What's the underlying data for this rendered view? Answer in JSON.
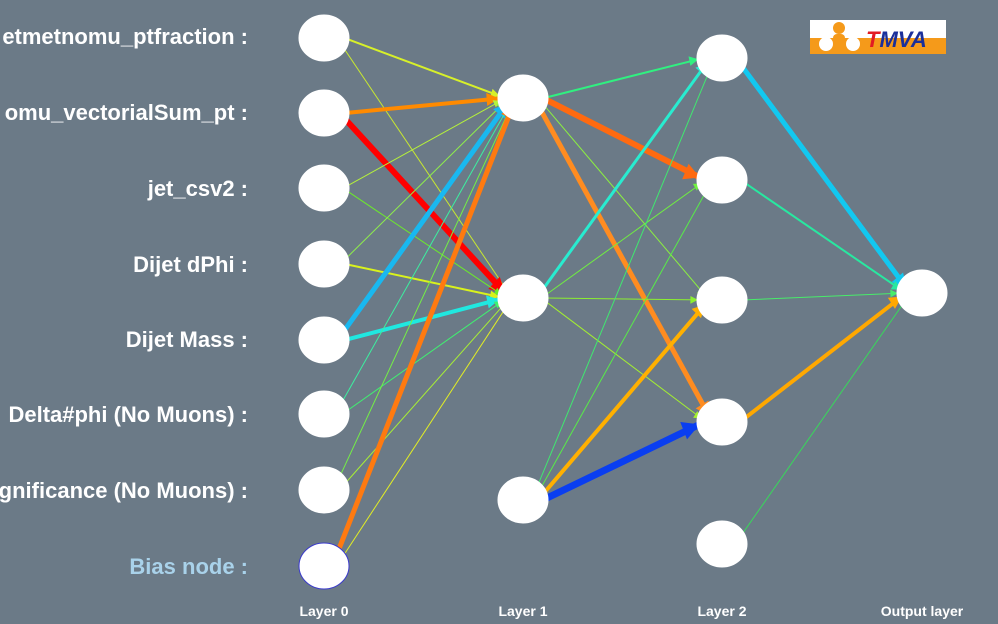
{
  "inputs": [
    {
      "label": "etmetnomu_ptfraction :"
    },
    {
      "label": "omu_vectorialSum_pt :"
    },
    {
      "label": "jet_csv2 :"
    },
    {
      "label": "Dijet dPhi :"
    },
    {
      "label": "Dijet Mass :"
    },
    {
      "label": "Delta#phi (No Muons) :"
    },
    {
      "label": "gnificance (No Muons) :"
    },
    {
      "label": "Bias node :"
    }
  ],
  "layer_labels": [
    "Layer 0",
    "Layer 1",
    "Layer 2",
    "Output layer"
  ],
  "logo": {
    "t": "T",
    "rest": "MVA"
  },
  "colors": {
    "background": "#6b7a87",
    "node_fill": "#ffffff",
    "node_stroke": "#3a3acc",
    "label_text": "#ffffff",
    "bias_label": "#a9d2ea",
    "logo_bg": "#ffffff",
    "logo_orange": "#f59a1a",
    "logo_t_red": "#e21b23",
    "logo_mva_blue": "#1b2f9a"
  },
  "network": {
    "layers": [
      8,
      3,
      5,
      1
    ],
    "connections": [
      {
        "from": [
          0,
          0
        ],
        "to": [
          1,
          0
        ],
        "color": "#d7f02a",
        "weight": 2
      },
      {
        "from": [
          0,
          0
        ],
        "to": [
          1,
          1
        ],
        "color": "#c8e830",
        "weight": 1
      },
      {
        "from": [
          0,
          1
        ],
        "to": [
          1,
          0
        ],
        "color": "#ff8a00",
        "weight": 4
      },
      {
        "from": [
          0,
          1
        ],
        "to": [
          1,
          1
        ],
        "color": "#ff0000",
        "weight": 6
      },
      {
        "from": [
          0,
          2
        ],
        "to": [
          1,
          0
        ],
        "color": "#b6f23a",
        "weight": 1
      },
      {
        "from": [
          0,
          2
        ],
        "to": [
          1,
          1
        ],
        "color": "#6cec2a",
        "weight": 1
      },
      {
        "from": [
          0,
          3
        ],
        "to": [
          1,
          0
        ],
        "color": "#8ff04a",
        "weight": 1
      },
      {
        "from": [
          0,
          3
        ],
        "to": [
          1,
          1
        ],
        "color": "#d9f21c",
        "weight": 2
      },
      {
        "from": [
          0,
          4
        ],
        "to": [
          1,
          0
        ],
        "color": "#19b8f0",
        "weight": 5
      },
      {
        "from": [
          0,
          4
        ],
        "to": [
          1,
          1
        ],
        "color": "#20e8e0",
        "weight": 4
      },
      {
        "from": [
          0,
          5
        ],
        "to": [
          1,
          0
        ],
        "color": "#3cf0a0",
        "weight": 1
      },
      {
        "from": [
          0,
          5
        ],
        "to": [
          1,
          1
        ],
        "color": "#40f070",
        "weight": 1
      },
      {
        "from": [
          0,
          6
        ],
        "to": [
          1,
          0
        ],
        "color": "#74f046",
        "weight": 1
      },
      {
        "from": [
          0,
          6
        ],
        "to": [
          1,
          1
        ],
        "color": "#a8f034",
        "weight": 1
      },
      {
        "from": [
          0,
          7
        ],
        "to": [
          1,
          0
        ],
        "color": "#ff7a10",
        "weight": 5
      },
      {
        "from": [
          0,
          7
        ],
        "to": [
          1,
          1
        ],
        "color": "#e2ee24",
        "weight": 1
      },
      {
        "from": [
          1,
          0
        ],
        "to": [
          2,
          0
        ],
        "color": "#30f080",
        "weight": 2
      },
      {
        "from": [
          1,
          0
        ],
        "to": [
          2,
          1
        ],
        "color": "#ff6a10",
        "weight": 6
      },
      {
        "from": [
          1,
          0
        ],
        "to": [
          2,
          2
        ],
        "color": "#8cf040",
        "weight": 1
      },
      {
        "from": [
          1,
          0
        ],
        "to": [
          2,
          3
        ],
        "color": "#ff8c20",
        "weight": 5
      },
      {
        "from": [
          1,
          1
        ],
        "to": [
          2,
          0
        ],
        "color": "#28ecd0",
        "weight": 3
      },
      {
        "from": [
          1,
          1
        ],
        "to": [
          2,
          1
        ],
        "color": "#70f040",
        "weight": 1
      },
      {
        "from": [
          1,
          1
        ],
        "to": [
          2,
          2
        ],
        "color": "#8cf030",
        "weight": 1
      },
      {
        "from": [
          1,
          1
        ],
        "to": [
          2,
          3
        ],
        "color": "#a4f030",
        "weight": 1
      },
      {
        "from": [
          1,
          2
        ],
        "to": [
          2,
          0
        ],
        "color": "#40e870",
        "weight": 1
      },
      {
        "from": [
          1,
          2
        ],
        "to": [
          2,
          1
        ],
        "color": "#58ec48",
        "weight": 1
      },
      {
        "from": [
          1,
          2
        ],
        "to": [
          2,
          2
        ],
        "color": "#ffb000",
        "weight": 4
      },
      {
        "from": [
          1,
          2
        ],
        "to": [
          2,
          3
        ],
        "color": "#0a3ef0",
        "weight": 7
      },
      {
        "from": [
          2,
          0
        ],
        "to": [
          3,
          0
        ],
        "color": "#12c8f0",
        "weight": 5
      },
      {
        "from": [
          2,
          1
        ],
        "to": [
          3,
          0
        ],
        "color": "#28e8a0",
        "weight": 2
      },
      {
        "from": [
          2,
          2
        ],
        "to": [
          3,
          0
        ],
        "color": "#48ec6a",
        "weight": 1
      },
      {
        "from": [
          2,
          3
        ],
        "to": [
          3,
          0
        ],
        "color": "#ffa800",
        "weight": 4
      },
      {
        "from": [
          2,
          4
        ],
        "to": [
          3,
          0
        ],
        "color": "#38d85a",
        "weight": 1
      }
    ]
  }
}
